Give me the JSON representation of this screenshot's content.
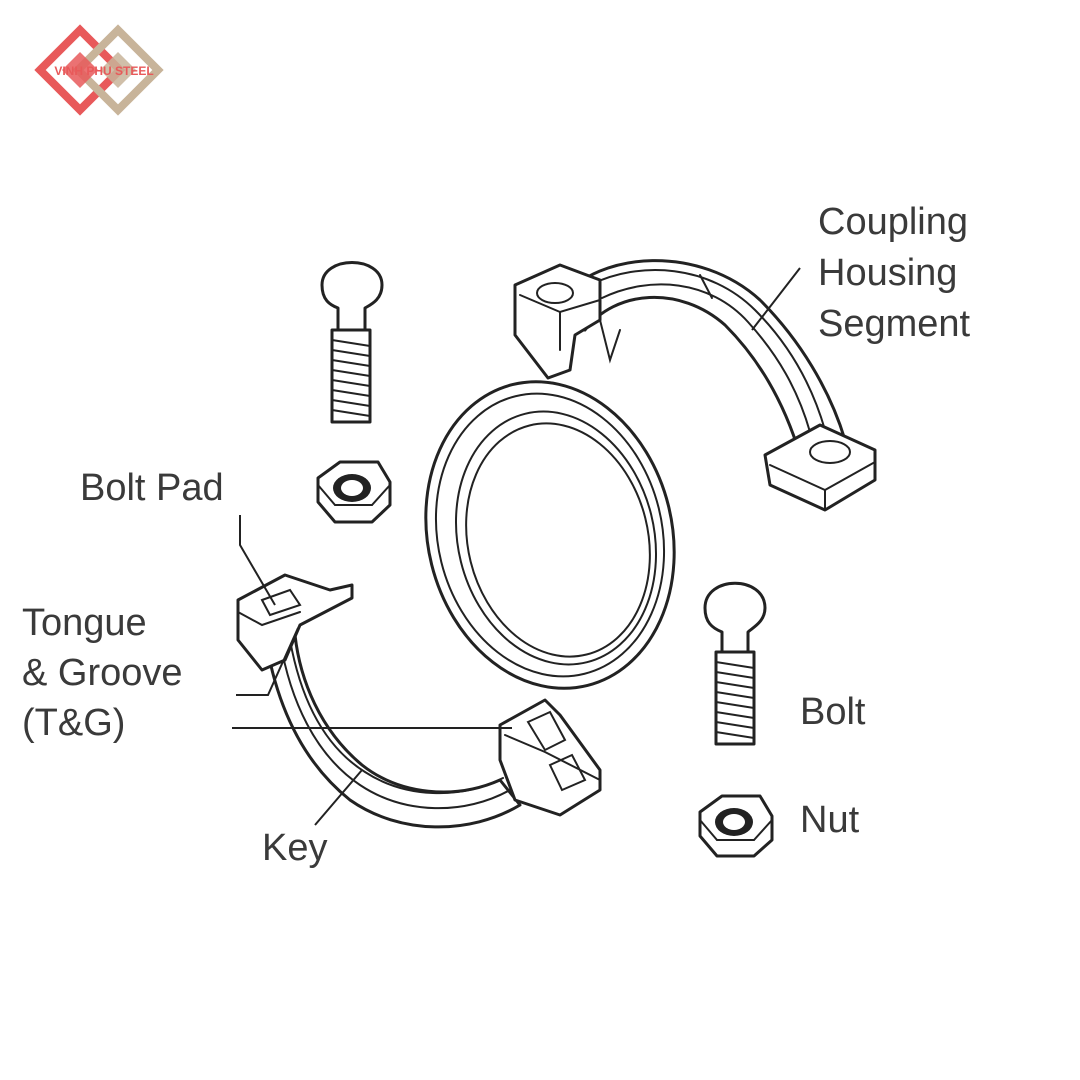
{
  "logo": {
    "text": "VINH PHU STEEL",
    "colors": {
      "red": "#e8595a",
      "tan": "#c8b49a"
    }
  },
  "labels": {
    "coupling": [
      "Coupling",
      "Housing",
      "Segment"
    ],
    "bolt_pad": "Bolt Pad",
    "tongue_groove": [
      "Tongue",
      "& Groove",
      "(T&G)"
    ],
    "key": "Key",
    "bolt": "Bolt",
    "nut": "Nut"
  },
  "colors": {
    "line": "#222222",
    "text": "#3a3a3a",
    "background": "#ffffff"
  }
}
